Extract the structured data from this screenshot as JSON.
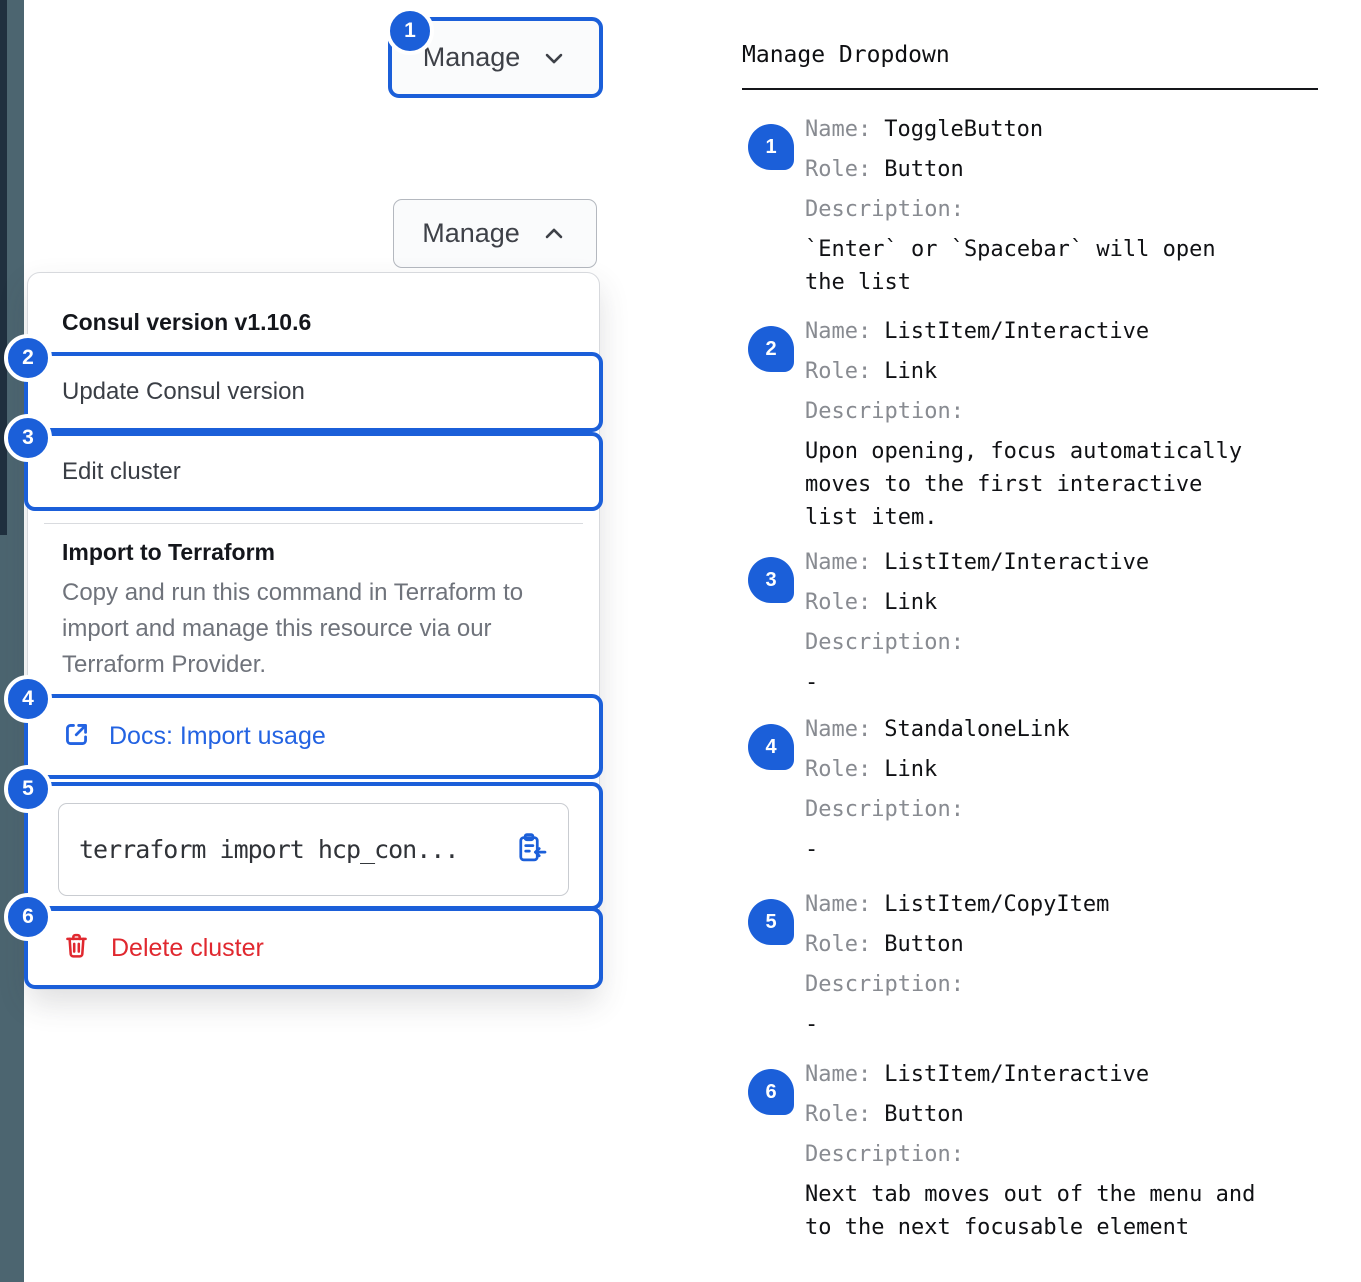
{
  "colors": {
    "accent_blue": "#1b5fd9",
    "link_blue": "#2363e2",
    "danger_red": "#e0282f",
    "stripe_slate": "#4c6570",
    "stripe_dark": "#20303f"
  },
  "toggle_button": {
    "label": "Manage",
    "closed_icon": "chevron-down-icon",
    "open_icon": "chevron-up-icon"
  },
  "dropdown": {
    "version_label": "Consul version v1.10.6",
    "update_item": "Update Consul version",
    "edit_item": "Edit cluster",
    "import_title": "Import to Terraform",
    "import_description": "Copy and run this command in Terraform to import and manage this resource via our Terraform Provider.",
    "docs_link": "Docs: Import usage",
    "command": "terraform import hcp_con...",
    "delete_item": "Delete cluster"
  },
  "annotations": {
    "title": "Manage Dropdown",
    "name_label": "Name:",
    "role_label": "Role:",
    "description_label": "Description:",
    "items": [
      {
        "num": "1",
        "name": "ToggleButton",
        "role": "Button",
        "description": "`Enter` or `Spacebar` will open the list"
      },
      {
        "num": "2",
        "name": "ListItem/Interactive",
        "role": "Link",
        "description": "Upon opening, focus automatically moves to the first interactive list item."
      },
      {
        "num": "3",
        "name": "ListItem/Interactive",
        "role": "Link",
        "description": "-"
      },
      {
        "num": "4",
        "name": "StandaloneLink",
        "role": "Link",
        "description": "-"
      },
      {
        "num": "5",
        "name": "ListItem/CopyItem",
        "role": "Button",
        "description": "-"
      },
      {
        "num": "6",
        "name": "ListItem/Interactive",
        "role": "Button",
        "description": "Next tab moves out of the menu and to the next focusable element"
      }
    ]
  }
}
